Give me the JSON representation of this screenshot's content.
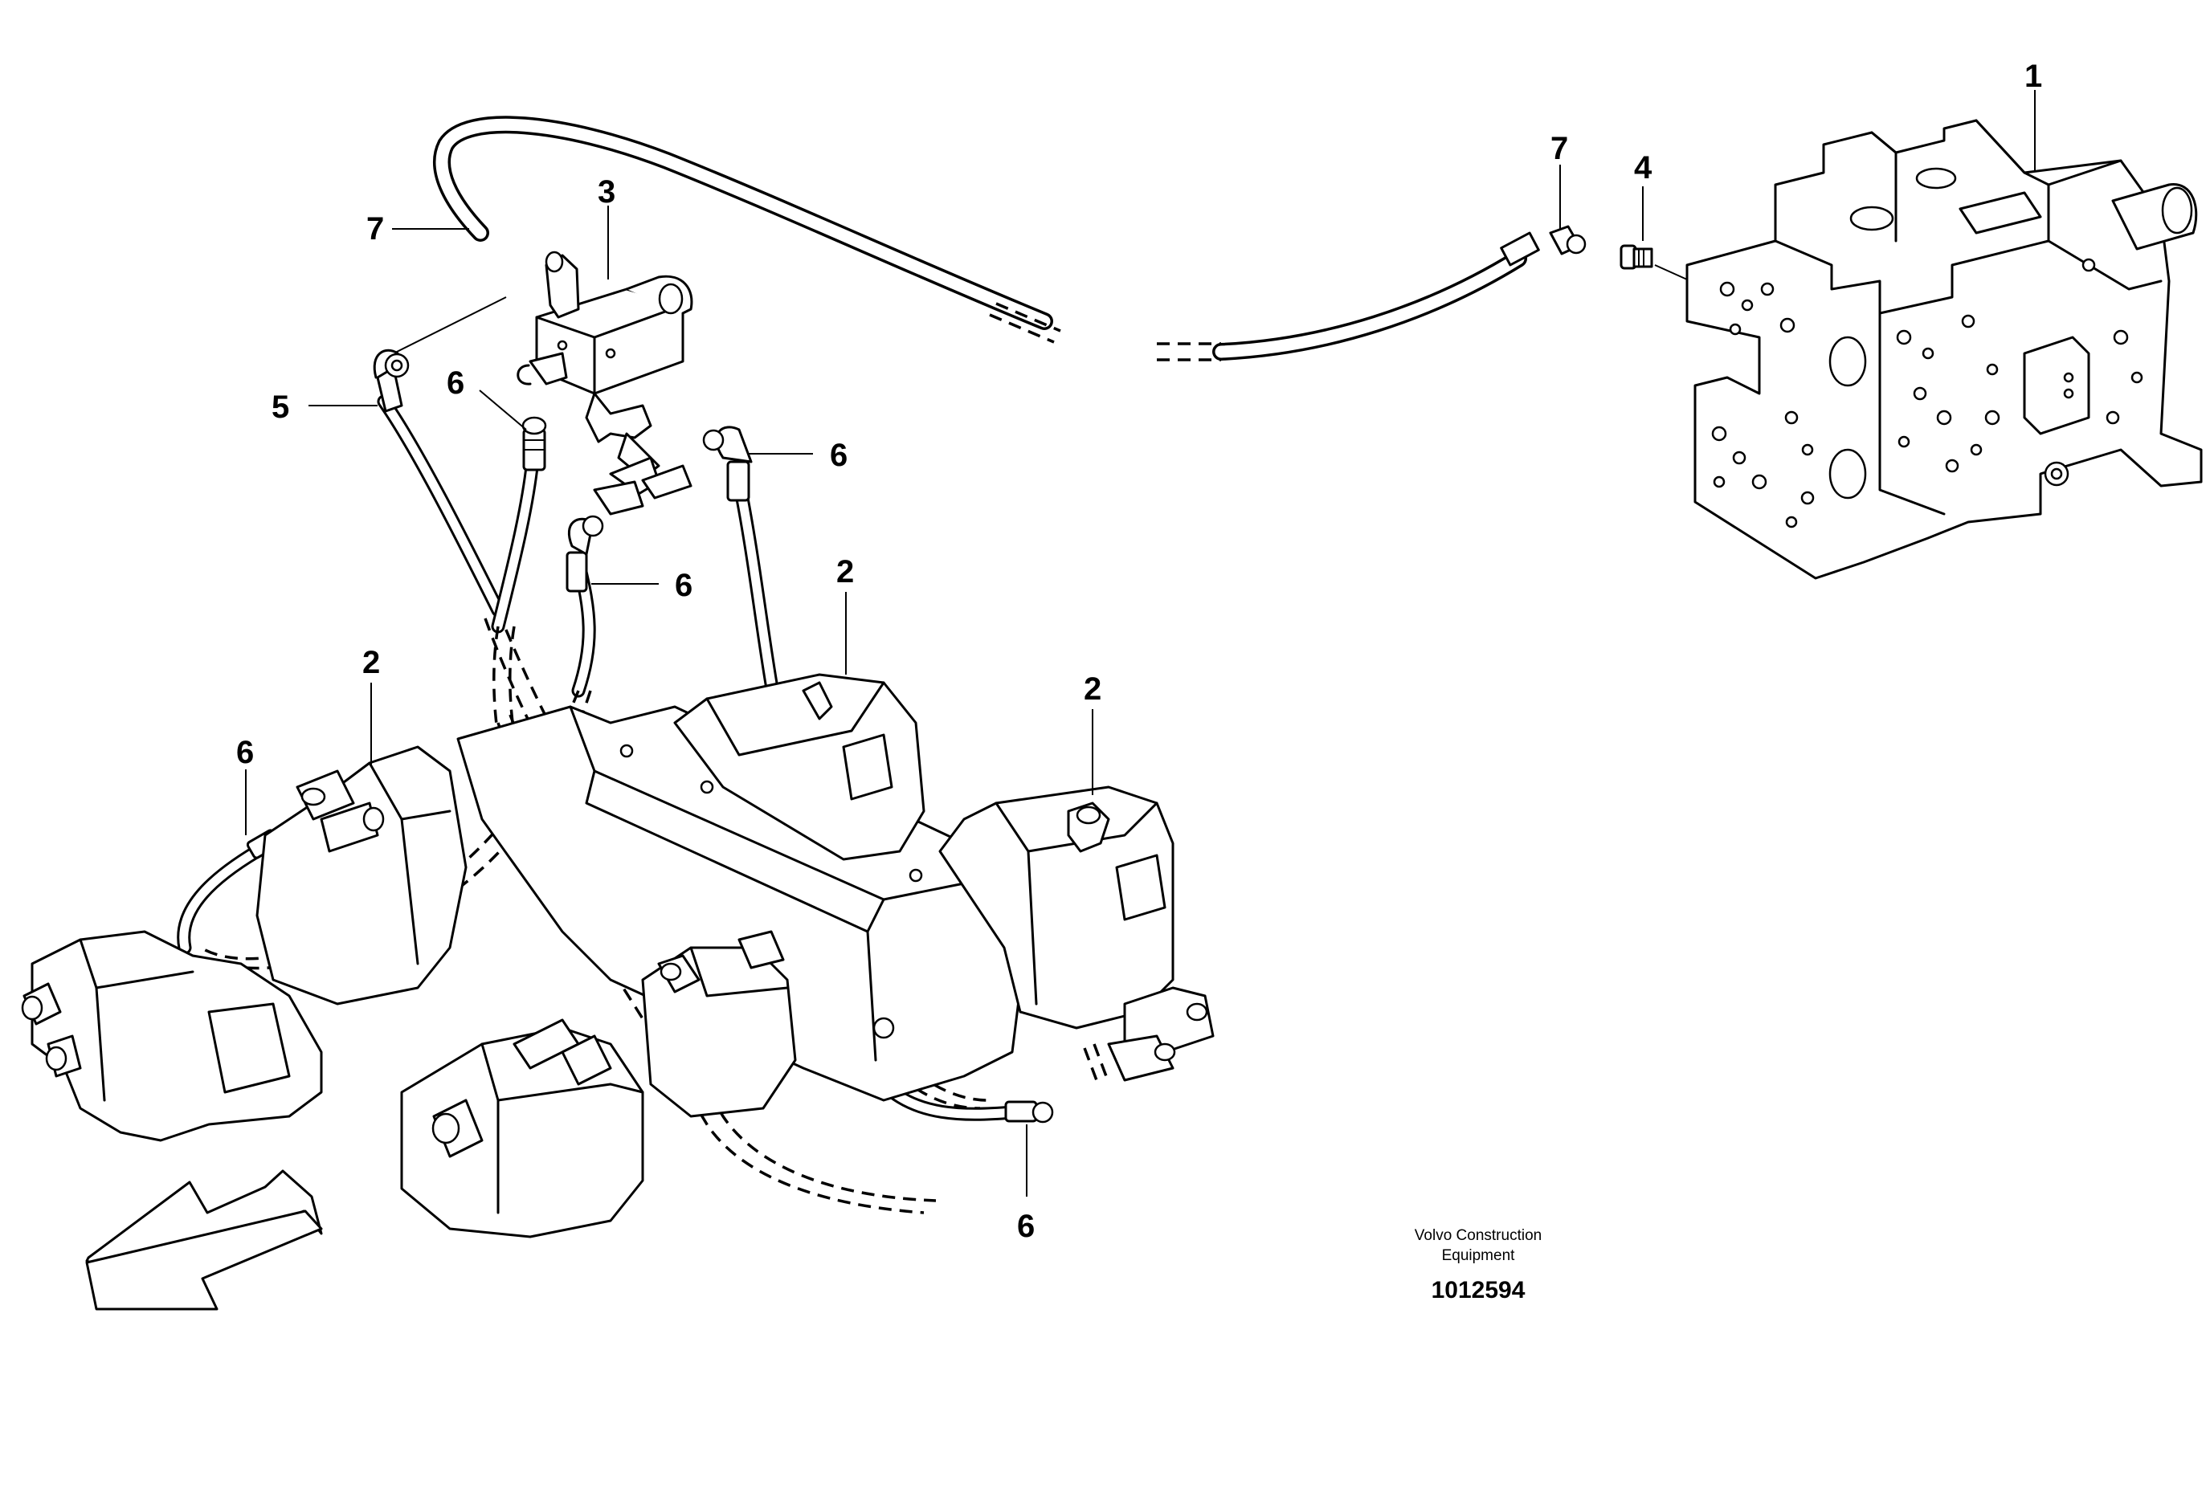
{
  "drawing": {
    "callouts": [
      {
        "id": "c1",
        "text": "1"
      },
      {
        "id": "c2a",
        "text": "2"
      },
      {
        "id": "c2b",
        "text": "2"
      },
      {
        "id": "c2c",
        "text": "2"
      },
      {
        "id": "c3",
        "text": "3"
      },
      {
        "id": "c4",
        "text": "4"
      },
      {
        "id": "c5",
        "text": "5"
      },
      {
        "id": "c6a",
        "text": "6"
      },
      {
        "id": "c6b",
        "text": "6"
      },
      {
        "id": "c6c",
        "text": "6"
      },
      {
        "id": "c6d",
        "text": "6"
      },
      {
        "id": "c6e",
        "text": "6"
      },
      {
        "id": "c7a",
        "text": "7"
      },
      {
        "id": "c7b",
        "text": "7"
      }
    ],
    "credit_line1": "Volvo Construction",
    "credit_line2": "Equipment",
    "part_number": "1012594",
    "direction_icon": "forward-direction-arrow-icon"
  }
}
